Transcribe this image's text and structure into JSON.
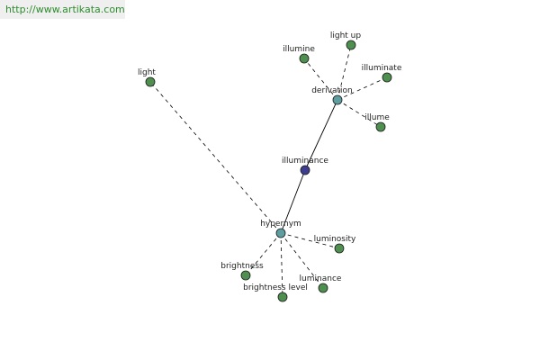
{
  "header": {
    "url": "http://www.artikata.com"
  },
  "colors": {
    "leaf": "#4f8f4f",
    "hub": "#5f9ea0",
    "center": "#3d3d8f"
  },
  "graph": {
    "nodes": [
      {
        "id": "illuminance",
        "label": "illuminance",
        "kind": "center"
      },
      {
        "id": "derivation",
        "label": "derivation",
        "kind": "hub"
      },
      {
        "id": "hypernym",
        "label": "hypernym",
        "kind": "hub"
      },
      {
        "id": "light-up",
        "label": "light up",
        "kind": "leaf"
      },
      {
        "id": "illumine",
        "label": "illumine",
        "kind": "leaf"
      },
      {
        "id": "illuminate",
        "label": "illuminate",
        "kind": "leaf"
      },
      {
        "id": "illume",
        "label": "illume",
        "kind": "leaf"
      },
      {
        "id": "light",
        "label": "light",
        "kind": "leaf"
      },
      {
        "id": "luminosity",
        "label": "luminosity",
        "kind": "leaf"
      },
      {
        "id": "brightness",
        "label": "brightness",
        "kind": "leaf"
      },
      {
        "id": "brightness-level",
        "label": "brightness level",
        "kind": "leaf"
      },
      {
        "id": "luminance",
        "label": "luminance",
        "kind": "leaf"
      }
    ],
    "edges": [
      {
        "from": "illuminance",
        "to": "derivation",
        "style": "solid"
      },
      {
        "from": "illuminance",
        "to": "hypernym",
        "style": "solid"
      },
      {
        "from": "derivation",
        "to": "light-up",
        "style": "dashed"
      },
      {
        "from": "derivation",
        "to": "illumine",
        "style": "dashed"
      },
      {
        "from": "derivation",
        "to": "illuminate",
        "style": "dashed"
      },
      {
        "from": "derivation",
        "to": "illume",
        "style": "dashed"
      },
      {
        "from": "hypernym",
        "to": "light",
        "style": "dashed"
      },
      {
        "from": "hypernym",
        "to": "luminosity",
        "style": "dashed"
      },
      {
        "from": "hypernym",
        "to": "brightness",
        "style": "dashed"
      },
      {
        "from": "hypernym",
        "to": "brightness-level",
        "style": "dashed"
      },
      {
        "from": "hypernym",
        "to": "luminance",
        "style": "dashed"
      }
    ]
  }
}
